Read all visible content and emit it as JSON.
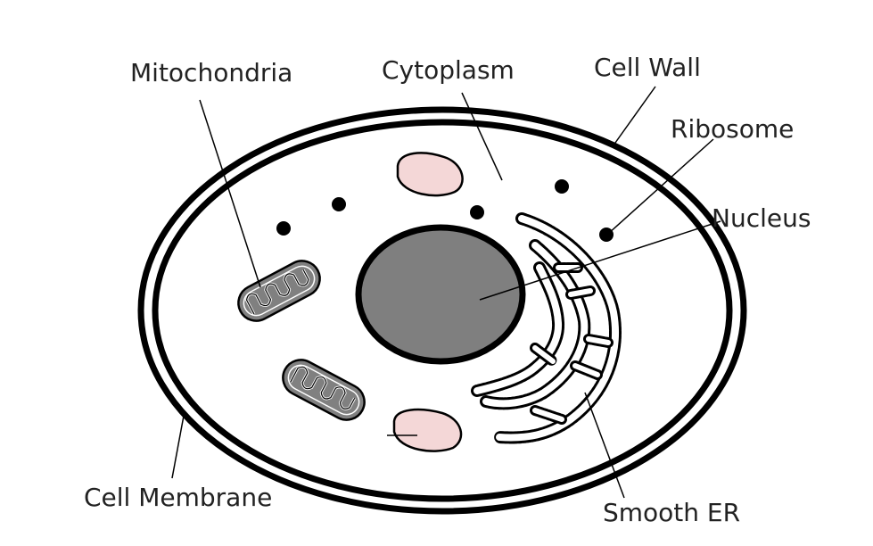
{
  "labels": {
    "mitochondria": "Mitochondria",
    "cytoplasm": "Cytoplasm",
    "cell_wall": "Cell Wall",
    "ribosome": "Ribosome",
    "nucleus": "Nucleus",
    "cell_membrane": "Cell Membrane",
    "smooth_er": "Smooth ER"
  },
  "colors": {
    "outline": "#000000",
    "nucleus_fill": "#7f7f7f",
    "mitochondria_fill": "#808080",
    "vesicle_fill": "#f4d7d7",
    "background": "#ffffff"
  }
}
